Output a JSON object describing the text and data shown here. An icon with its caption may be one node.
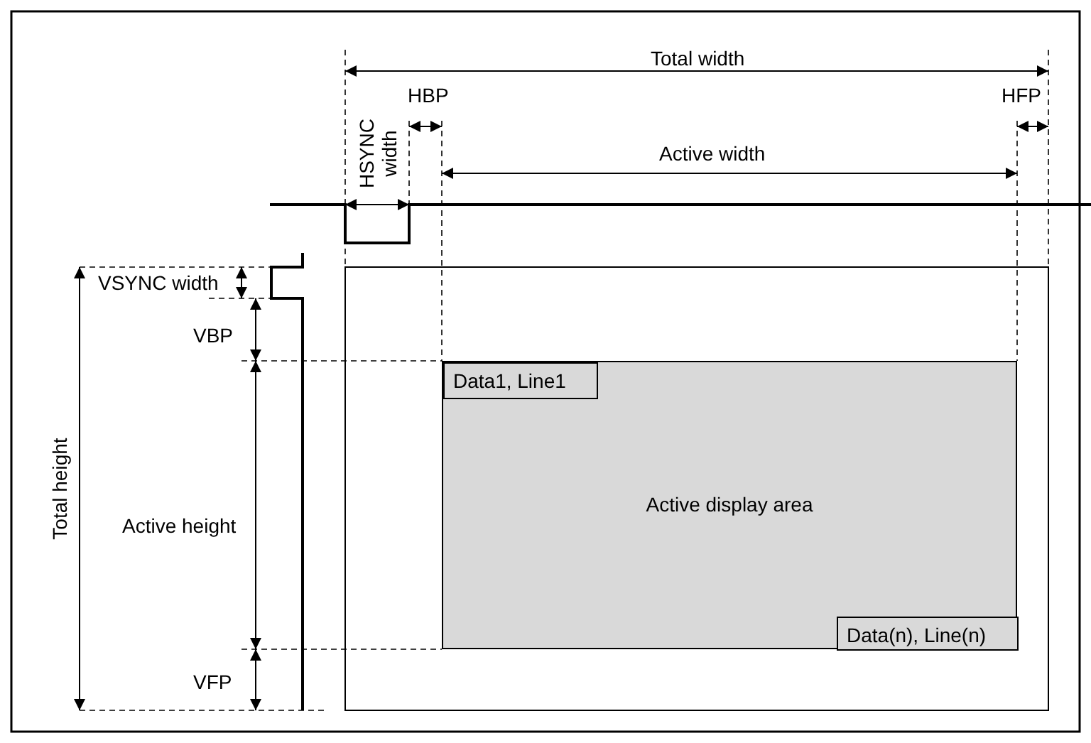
{
  "diagram": {
    "nodes": [
      {
        "text": [
          "Active display area"
        ]
      },
      {
        "text": [
          "Data1, Line1"
        ],
        "in": 0
      },
      {
        "text": [
          "Data(n), Line(n)"
        ],
        "in": 0
      }
    ],
    "labels": [
      "Total width",
      "HBP",
      "HFP",
      "HSYNC width",
      "Active width",
      "VSYNC width",
      "VBP",
      "Total height",
      "Active height",
      "VFP"
    ]
  }
}
